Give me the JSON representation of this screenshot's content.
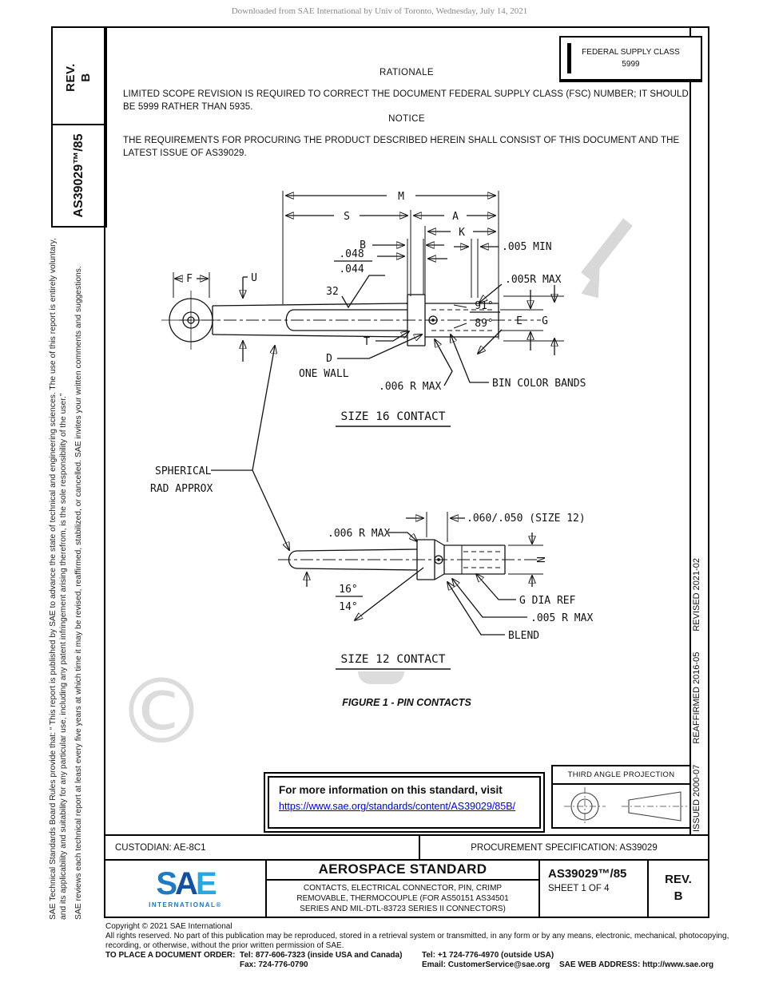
{
  "page": {
    "downloaded_note": "Downloaded from SAE International by Univ of Toronto, Wednesday, July 14, 2021",
    "watermark_symbol": "©"
  },
  "sidebar": {
    "rev_label": "REV.",
    "rev_value": "B",
    "doc_number": "AS39029™/85",
    "disclaimer1": "SAE Technical Standards Board Rules provide that: “ This report is published by SAE to advance the state of technical and engineering sciences. The use of this report is entirely voluntary, and its applicability and suitability for any particular use, including any patent infringement arising therefrom, is the sole responsibility of the user.”",
    "disclaimer2": "SAE reviews each technical report at least every five years at which time it may be revised, reaffirmed, stabilized, or cancelled. SAE invites your written comments and suggestions."
  },
  "right_strip": {
    "issued": "ISSUED 2000-07",
    "reaffirmed": "REAFFIRMED 2016-05",
    "revised": "REVISED 2021-02"
  },
  "fsc_box": {
    "line1": "FEDERAL SUPPLY CLASS",
    "line2": "5999"
  },
  "rationale": {
    "heading": "RATIONALE",
    "body": "LIMITED SCOPE REVISION IS REQUIRED TO CORRECT THE DOCUMENT FEDERAL SUPPLY CLASS (FSC) NUMBER; IT SHOULD BE 5999 RATHER THAN 5935."
  },
  "notice": {
    "heading": "NOTICE",
    "body": "THE REQUIREMENTS FOR PROCURING THE PRODUCT DESCRIBED HEREIN SHALL CONSIST OF THIS DOCUMENT AND THE LATEST ISSUE OF AS39029."
  },
  "fig": {
    "caption": "FIGURE 1 - PIN CONTACTS",
    "s16": {
      "m": "M",
      "s": "S",
      "a": "A",
      "k": "K",
      "b": "B",
      "f": "F",
      "u": "U",
      "t": "T",
      "d": "D",
      "e": "E",
      "g": "G",
      "lim_hi": ".048",
      "lim_lo": ".044",
      "min_005": ".005 MIN",
      "r_005": ".005R MAX",
      "finish": "32",
      "ang_hi": "91°",
      "ang_lo": "89°",
      "one_wall": "ONE WALL",
      "r_006": ".006 R MAX",
      "bin_bands": "BIN COLOR BANDS",
      "title": "SIZE 16 CONTACT"
    },
    "s12": {
      "sph1": "SPHERICAL",
      "sph2": "RAD APPROX",
      "lim": ".060/.050 (SIZE 12)",
      "r_006": ".006 R MAX",
      "ang_hi": "16°",
      "ang_lo": "14°",
      "n": "N",
      "g_dia": "G DIA REF",
      "r_005": ".005 R MAX",
      "blend": "BLEND",
      "title": "SIZE 12 CONTACT"
    }
  },
  "info_box": {
    "line1": "For more information on this standard, visit",
    "link": "https://www.sae.org/standards/content/AS39029/85B/"
  },
  "projection": {
    "label": "THIRD ANGLE PROJECTION"
  },
  "custodian_row": {
    "custodian": "CUSTODIAN: AE-8C1",
    "procurement": "PROCUREMENT SPECIFICATION: AS39029"
  },
  "title_block": {
    "logo_word_s": "S",
    "logo_word_a": "A",
    "logo_word_e": "E",
    "logo_sub": "INTERNATIONAL®",
    "doc_type": "AEROSPACE STANDARD",
    "subtitle_lines": [
      "CONTACTS, ELECTRICAL CONNECTOR, PIN, CRIMP",
      "REMOVABLE, THERMOCOUPLE (FOR AS50151 AS34501",
      "SERIES AND MIL-DTL-83723 SERIES II CONNECTORS)"
    ],
    "doc_number": "AS39029™/85",
    "sheet": "SHEET 1 OF 4",
    "rev_label": "REV.",
    "rev_value": "B"
  },
  "footer": {
    "copyright": "Copyright © 2021 SAE International",
    "rights1": "All rights reserved. No part of this publication may be reproduced, stored in a retrieval system or transmitted, in any form or by any means, electronic, mechanical, photocopying,",
    "rights2": "recording, or otherwise, without the prior written permission of SAE.",
    "order_label": "TO PLACE A DOCUMENT ORDER:",
    "tel1": "Tel: 877-606-7323 (inside USA and Canada)",
    "tel2": "Tel: +1 724-776-4970 (outside USA)",
    "fax": "Fax: 724-776-0790",
    "email": "Email: CustomerService@sae.org",
    "web": "SAE WEB ADDRESS: http://www.sae.org"
  },
  "colors": {
    "link_blue": "#0000ee",
    "sae_blue": "#1b75bc",
    "watermark_gray": "#dcdcdc"
  }
}
